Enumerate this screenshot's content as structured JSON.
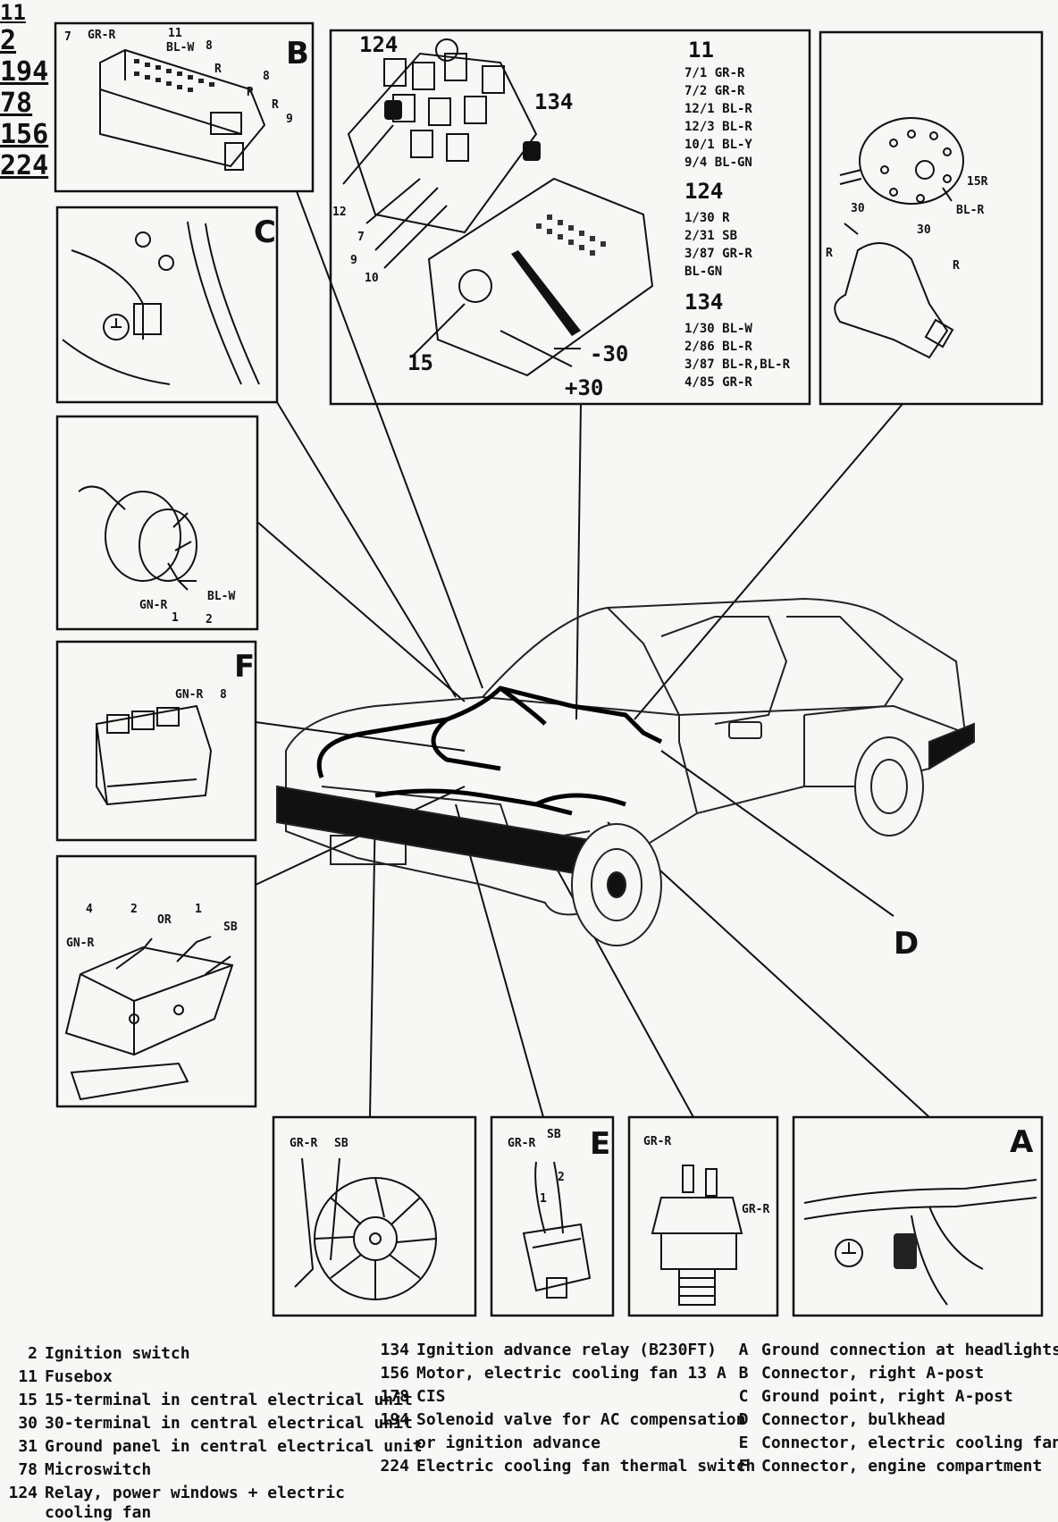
{
  "panels": {
    "B": {
      "label": "B",
      "wires": [
        "7",
        "GR-R",
        "11",
        "BL-W",
        "8",
        "R",
        "8",
        "R",
        "R",
        "9"
      ]
    },
    "p11": {
      "label": "11",
      "markers": [
        "124",
        "134",
        "12",
        "7",
        "9",
        "10",
        "15",
        "-30",
        "+30"
      ],
      "groups": [
        {
          "title": "11",
          "lines": [
            "7/1 GR-R",
            "7/2 GR-R",
            "12/1 BL-R",
            "12/3 BL-R",
            "10/1 BL-Y",
            "9/4 BL-GN"
          ]
        },
        {
          "title": "124",
          "lines": [
            "1/30 R",
            "2/31 SB",
            "3/87 GR-R",
            "BL-GN"
          ]
        },
        {
          "title": "134",
          "lines": [
            "1/30 BL-W",
            "2/86 BL-R",
            "3/87 BL-R,BL-R",
            "4/85 GR-R"
          ]
        }
      ]
    },
    "p2": {
      "label": "2",
      "wires": [
        "15R",
        "30",
        "BL-R",
        "30",
        "R",
        "R"
      ]
    },
    "C": {
      "label": "C"
    },
    "p194": {
      "label": "194",
      "wires": [
        "GN-R",
        "BL-W",
        "1",
        "2"
      ]
    },
    "F": {
      "label": "F",
      "wires": [
        "GN-R",
        "8"
      ]
    },
    "p78": {
      "label": "78",
      "wires": [
        "4",
        "2",
        "OR",
        "1",
        "SB",
        "GN-R"
      ]
    },
    "D": {
      "label": "D"
    },
    "p156": {
      "label": "156",
      "wires": [
        "GR-R",
        "SB"
      ]
    },
    "E": {
      "label": "E",
      "wires": [
        "GR-R",
        "SB",
        "2",
        "1"
      ]
    },
    "p224": {
      "label": "224",
      "wires": [
        "GR-R",
        "GR-R"
      ]
    },
    "A": {
      "label": "A"
    }
  },
  "legend": {
    "col1": [
      {
        "num": "2",
        "text": "Ignition switch"
      },
      {
        "num": "11",
        "text": "Fusebox"
      },
      {
        "num": "15",
        "text": "15-terminal in central electrical unit"
      },
      {
        "num": "30",
        "text": "30-terminal in central electrical unit"
      },
      {
        "num": "31",
        "text": "Ground panel in central electrical unit"
      },
      {
        "num": "78",
        "text": "Microswitch"
      },
      {
        "num": "124",
        "text": "Relay, power windows + electric"
      },
      {
        "num": "",
        "text": "cooling fan"
      }
    ],
    "col2": [
      {
        "num": "134",
        "text": "Ignition advance relay (B230FT)"
      },
      {
        "num": "156",
        "text": "Motor, electric cooling fan 13 A"
      },
      {
        "num": "178",
        "text": "CIS"
      },
      {
        "num": "194",
        "text": "Solenoid valve for AC compensation"
      },
      {
        "num": "",
        "text": "or ignition advance"
      },
      {
        "num": "224",
        "text": "Electric cooling fan thermal switch"
      }
    ],
    "col3": [
      {
        "letter": "A",
        "text": "Ground connection at headlights"
      },
      {
        "letter": "B",
        "text": "Connector, right A-post"
      },
      {
        "letter": "C",
        "text": "Ground point, right A-post"
      },
      {
        "letter": "D",
        "text": "Connector, bulkhead"
      },
      {
        "letter": "E",
        "text": "Connector, electric cooling fan"
      },
      {
        "letter": "F",
        "text": "Connector, engine compartment"
      }
    ]
  }
}
